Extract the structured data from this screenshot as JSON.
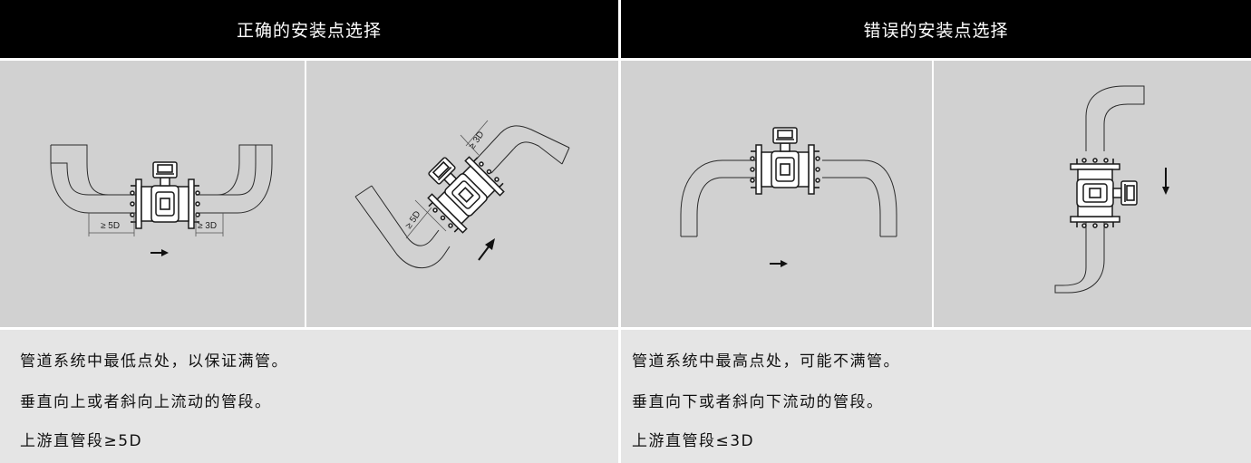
{
  "correct": {
    "title": "正确的安装点选择",
    "lines": [
      "管道系统中最低点处，以保证满管。",
      "垂直向上或者斜向上流动的管段。",
      "上游直管段≥5D"
    ],
    "dims": [
      "≥ 5D",
      "≥ 3D",
      "≥ 5D",
      "≥ 3D"
    ]
  },
  "incorrect": {
    "title": "错误的安装点选择",
    "lines": [
      "管道系统中最高点处，可能不满管。",
      "垂直向下或者斜向下流动的管段。",
      "上游直管段≤3D"
    ]
  },
  "icons": [
    "flowmeter-icon",
    "flow-arrow-icon"
  ]
}
